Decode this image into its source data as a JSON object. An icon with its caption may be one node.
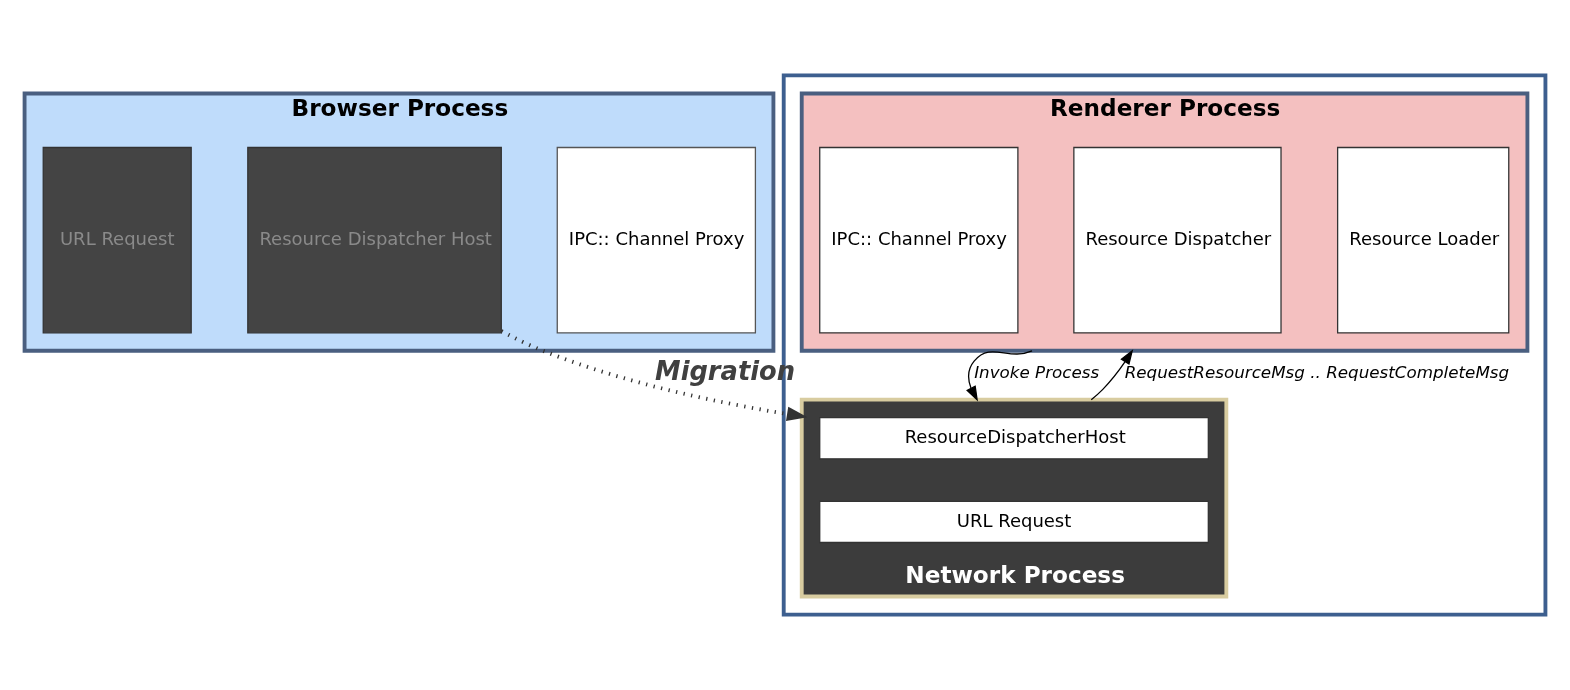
{
  "diagram": {
    "nodes": [
      {
        "text": [
          "Browser Process"
        ]
      },
      {
        "text": [
          "URL Request"
        ],
        "in": 0
      },
      {
        "text": [
          "Resource Dispatcher Host"
        ],
        "in": 0
      },
      {
        "text": [
          "IPC:: Channel Proxy"
        ],
        "in": 0
      },
      {
        "text": [],
        "shape": "box"
      },
      {
        "text": [
          "Renderer Process"
        ],
        "in": 4
      },
      {
        "text": [
          "IPC:: Channel Proxy"
        ],
        "in": 5
      },
      {
        "text": [
          "Resource Dispatcher"
        ],
        "in": 5
      },
      {
        "text": [
          "Resource Loader"
        ],
        "in": 5
      },
      {
        "text": [
          "Network Process"
        ],
        "in": 4
      },
      {
        "text": [
          "ResourceDispatcherHost"
        ],
        "in": 9
      },
      {
        "text": [
          "URL Request"
        ],
        "in": 9
      }
    ],
    "edges": [
      {
        "from": 2,
        "to": 9,
        "arrow": "to",
        "label": "Migration",
        "style": "dashed"
      },
      {
        "from": 5,
        "to": 9,
        "arrow": "to",
        "label": "Invoke Process"
      },
      {
        "from": 9,
        "to": 5,
        "arrow": "to",
        "label": "RequestResourceMsg .. RequestCompleteMsg"
      }
    ]
  }
}
